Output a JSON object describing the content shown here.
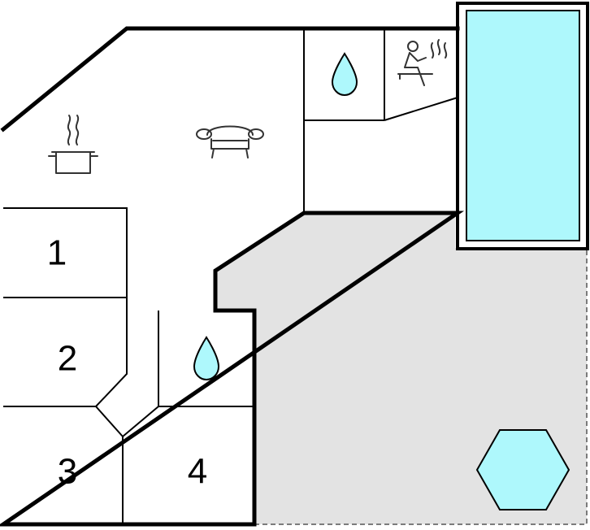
{
  "rooms": [
    {
      "id": "bedroom-1",
      "label": "1"
    },
    {
      "id": "bedroom-2",
      "label": "2"
    },
    {
      "id": "bedroom-3",
      "label": "3"
    },
    {
      "id": "bedroom-4",
      "label": "4"
    }
  ],
  "icons": {
    "kitchen": "cooking-pot-icon",
    "living": "sofa-icon",
    "bathroom": "water-drop-icon",
    "sauna": "sauna-icon",
    "pool": "swimming-pool",
    "hot_tub": "hexagon-hot-tub"
  },
  "colors": {
    "wall": "#000000",
    "water": "#aef8fc",
    "terrace": "#e3e3e3",
    "floor": "#ffffff"
  }
}
